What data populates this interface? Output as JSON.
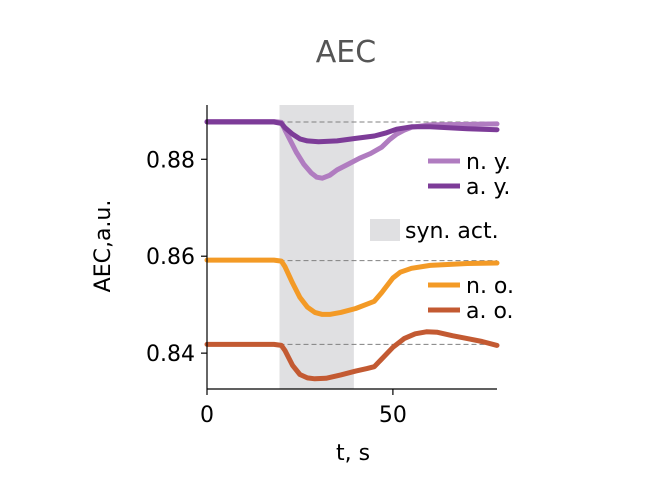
{
  "chart_data": {
    "type": "line",
    "title": "AEC",
    "xlabel": "t, s",
    "ylabel": "AEC,a.u.",
    "xlim": [
      0,
      78
    ],
    "ylim": [
      0.8326,
      0.8912
    ],
    "xticks": [
      0,
      50
    ],
    "xtick_labels": [
      "0",
      "50"
    ],
    "yticks": [
      0.84,
      0.86,
      0.88
    ],
    "ytick_labels": [
      "0.84",
      "0.86",
      "0.88"
    ],
    "grid": false,
    "legend_position": "right",
    "shaded_region": {
      "label": "syn. act.",
      "x": [
        19.5,
        39.5
      ],
      "color": "#e0e0e2"
    },
    "baselines": [
      0.8877,
      0.8591,
      0.8418
    ],
    "series": [
      {
        "name": "n. y.",
        "color": "#b07cc0",
        "points": [
          [
            0,
            0.8878
          ],
          [
            18,
            0.8878
          ],
          [
            20,
            0.8876
          ],
          [
            21,
            0.886
          ],
          [
            22,
            0.8845
          ],
          [
            24,
            0.8815
          ],
          [
            26,
            0.879
          ],
          [
            28,
            0.8772
          ],
          [
            29.5,
            0.8763
          ],
          [
            31,
            0.8761
          ],
          [
            33,
            0.8767
          ],
          [
            35,
            0.8778
          ],
          [
            38,
            0.879
          ],
          [
            41,
            0.8802
          ],
          [
            44,
            0.8812
          ],
          [
            47,
            0.8825
          ],
          [
            49,
            0.884
          ],
          [
            51,
            0.8852
          ],
          [
            53,
            0.886
          ],
          [
            55,
            0.8866
          ],
          [
            60,
            0.8871
          ],
          [
            70,
            0.8872
          ],
          [
            78,
            0.8873
          ]
        ]
      },
      {
        "name": "a. y.",
        "color": "#7d3c98",
        "points": [
          [
            0,
            0.8877
          ],
          [
            18,
            0.8877
          ],
          [
            20,
            0.8874
          ],
          [
            21,
            0.8865
          ],
          [
            23,
            0.8852
          ],
          [
            25,
            0.8842
          ],
          [
            27,
            0.8838
          ],
          [
            30,
            0.8836
          ],
          [
            35,
            0.8838
          ],
          [
            40,
            0.8843
          ],
          [
            45,
            0.8848
          ],
          [
            48,
            0.8854
          ],
          [
            51,
            0.8862
          ],
          [
            55,
            0.8867
          ],
          [
            60,
            0.8867
          ],
          [
            65,
            0.8865
          ],
          [
            70,
            0.8863
          ],
          [
            78,
            0.8861
          ]
        ]
      },
      {
        "name": "n. o.",
        "color": "#f39a26",
        "points": [
          [
            0,
            0.8592
          ],
          [
            18,
            0.8592
          ],
          [
            20,
            0.859
          ],
          [
            21,
            0.8578
          ],
          [
            23,
            0.8545
          ],
          [
            25,
            0.8515
          ],
          [
            27,
            0.8495
          ],
          [
            29,
            0.8484
          ],
          [
            31,
            0.848
          ],
          [
            33,
            0.848
          ],
          [
            36,
            0.8484
          ],
          [
            40,
            0.8492
          ],
          [
            43,
            0.8501
          ],
          [
            45,
            0.8507
          ],
          [
            47,
            0.8525
          ],
          [
            50,
            0.8555
          ],
          [
            52,
            0.8567
          ],
          [
            55,
            0.8575
          ],
          [
            60,
            0.8581
          ],
          [
            70,
            0.8585
          ],
          [
            78,
            0.8586
          ]
        ]
      },
      {
        "name": "a. o.",
        "color": "#c35a32",
        "points": [
          [
            0,
            0.8418
          ],
          [
            18,
            0.8418
          ],
          [
            20,
            0.8416
          ],
          [
            21,
            0.8405
          ],
          [
            23,
            0.8375
          ],
          [
            25,
            0.8356
          ],
          [
            27,
            0.8349
          ],
          [
            29,
            0.8347
          ],
          [
            32,
            0.8348
          ],
          [
            36,
            0.8355
          ],
          [
            40,
            0.8363
          ],
          [
            43,
            0.8368
          ],
          [
            45,
            0.8372
          ],
          [
            47,
            0.8388
          ],
          [
            50,
            0.8412
          ],
          [
            53,
            0.843
          ],
          [
            56,
            0.844
          ],
          [
            59,
            0.8444
          ],
          [
            62,
            0.8443
          ],
          [
            66,
            0.8436
          ],
          [
            70,
            0.843
          ],
          [
            74,
            0.8424
          ],
          [
            78,
            0.8416
          ]
        ]
      }
    ]
  }
}
